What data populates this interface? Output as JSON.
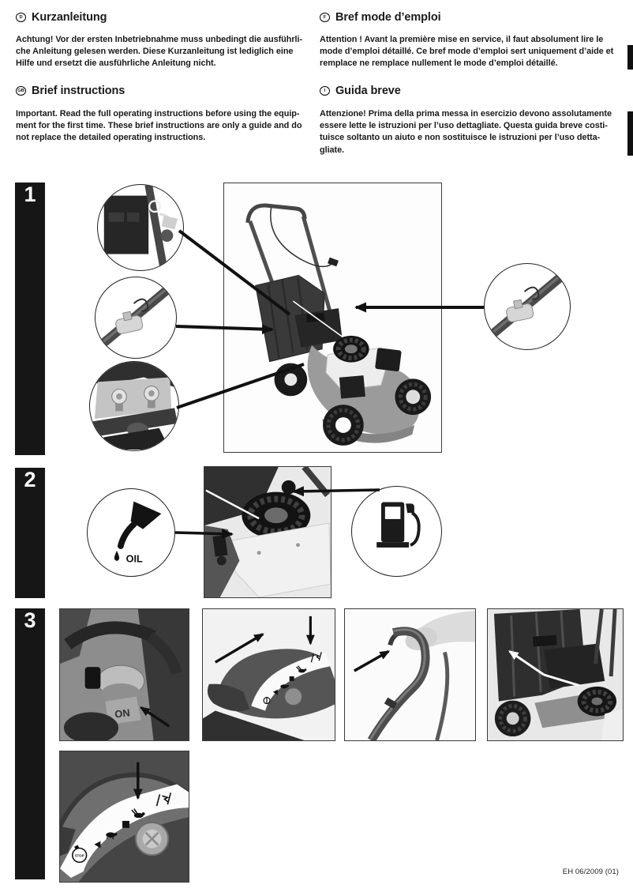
{
  "header": {
    "de": {
      "lang": "D",
      "title": "Kurzanleitung",
      "body": "Achtung! Vor der ersten Inbetriebnahme muss unbedingt die ausführli-\nche Anleitung gelesen werden. Diese Kurzanleitung ist lediglich eine\nHilfe und ersetzt die ausführliche Anleitung nicht."
    },
    "en": {
      "lang": "GB",
      "title": "Brief instructions",
      "body": "Important. Read the full operating instructions before using the equip-\nment for the first time. These brief instructions are only a guide and do\nnot replace the detailed operating instructions."
    },
    "fr": {
      "lang": "F",
      "title": "Bref mode d’emploi",
      "body": "Attention ! Avant la première mise en service, il faut absolument lire le\nmode d’emploi détaillé. Ce bref mode d’emploi sert uniquement d’aide et\nremplace ne remplace nullement le mode d’emploi détaillé."
    },
    "it": {
      "lang": "I",
      "title": "Guida breve",
      "body": "Attenzione! Prima della prima messa in esercizio devono assolutamente\nessere lette le istruzioni per l’uso dettagliate. Questa guida breve costi-\ntuisce soltanto un aiuto e non sostituisce le istruzioni per l’uso detta-\ngliate."
    }
  },
  "steps": {
    "one": "1",
    "two": "2",
    "three": "3"
  },
  "labels": {
    "oil": "OIL",
    "valve_on": "ON",
    "stop": "STOP"
  },
  "footer": {
    "code": "EH 06/2009 (01)"
  },
  "colors": {
    "bar": "#161616",
    "ink": "#111111"
  }
}
